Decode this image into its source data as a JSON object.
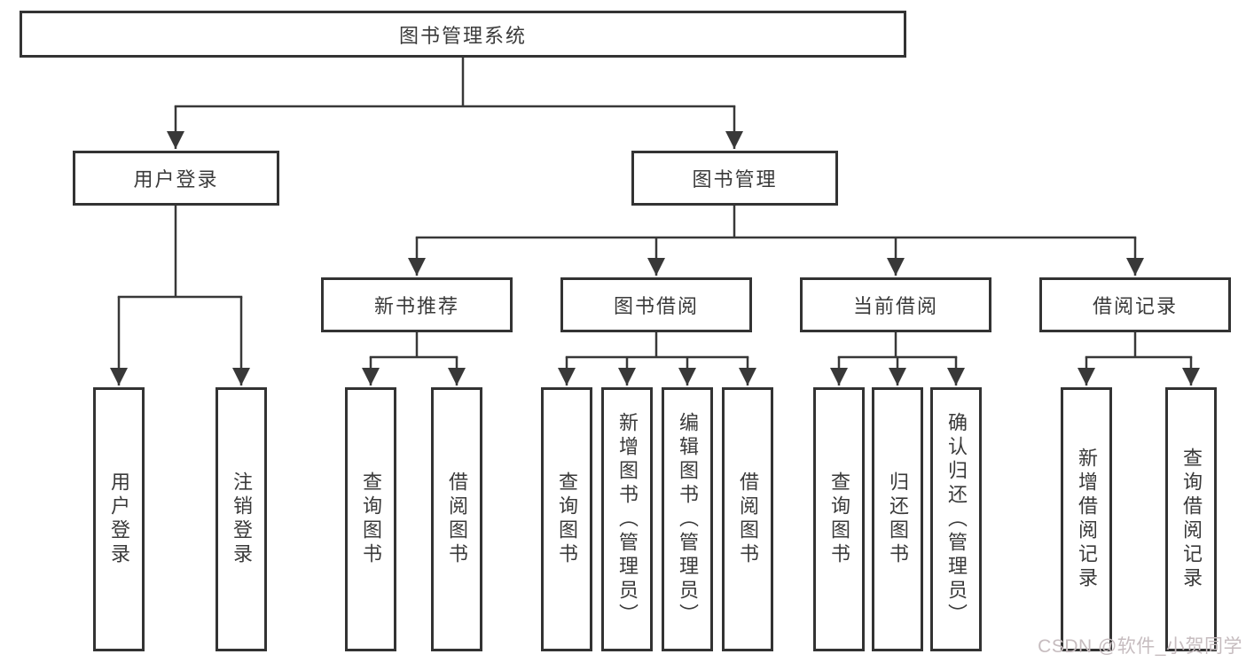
{
  "colors": {
    "line": "#383838",
    "box_border": "#333333",
    "text": "#3a3a3a",
    "watermark": "#c6bcbf",
    "background": "#ffffff"
  },
  "diagram": {
    "root": "图书管理系统",
    "level2": [
      "用户登录",
      "图书管理"
    ],
    "level3": [
      "新书推荐",
      "图书借阅",
      "当前借阅",
      "借阅记录"
    ],
    "leaves_user": [
      "用户登录",
      "注销登录"
    ],
    "leaves_recommend": [
      "查询图书",
      "借阅图书"
    ],
    "leaves_borrow": [
      "查询图书",
      "新增图书（管理员）",
      "编辑图书（管理员）",
      "借阅图书"
    ],
    "leaves_current": [
      "查询图书",
      "归还图书",
      "确认归还（管理员）"
    ],
    "leaves_records": [
      "新增借阅记录",
      "查询借阅记录"
    ]
  },
  "watermark": "CSDN @软件_小贺同学"
}
